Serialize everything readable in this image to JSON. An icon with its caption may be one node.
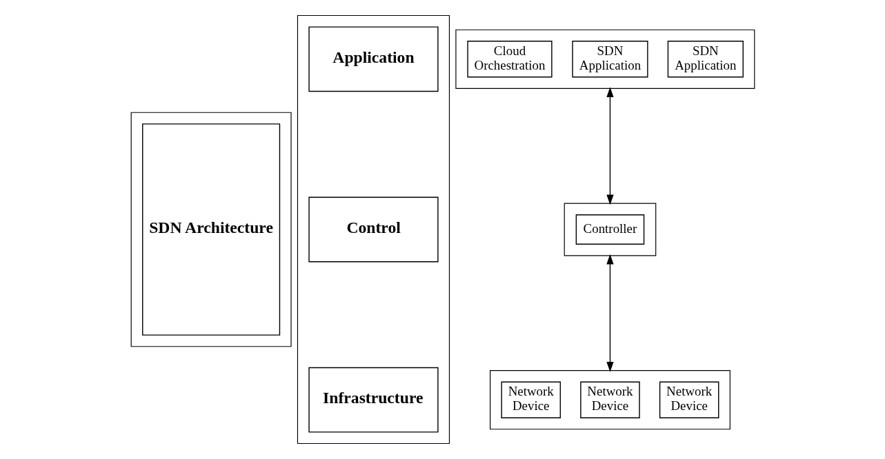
{
  "diagram": {
    "nodes": [
      {
        "text": [],
        "shape": "box"
      },
      {
        "text": [
          "SDN Architecture"
        ],
        "in": 0
      },
      {
        "text": [],
        "shape": "box"
      },
      {
        "text": [
          "Application"
        ],
        "in": 2
      },
      {
        "text": [
          "Control"
        ],
        "in": 2
      },
      {
        "text": [
          "Infrastructure"
        ],
        "in": 2
      },
      {
        "text": [],
        "shape": "box"
      },
      {
        "text": [
          "Cloud Orchestration"
        ],
        "in": 6
      },
      {
        "text": [
          "SDN Application"
        ],
        "in": 6
      },
      {
        "text": [
          "SDN Application"
        ],
        "in": 6
      },
      {
        "text": [],
        "shape": "box"
      },
      {
        "text": [
          "Controller"
        ],
        "in": 10
      },
      {
        "text": [],
        "shape": "box"
      },
      {
        "text": [
          "Network Device"
        ],
        "in": 12
      },
      {
        "text": [
          "Network Device"
        ],
        "in": 12
      },
      {
        "text": [
          "Network Device"
        ],
        "in": 12
      }
    ],
    "edges": [
      {
        "from": 6,
        "to": 10,
        "arrow": "both"
      },
      {
        "from": 10,
        "to": 12,
        "arrow": "both"
      }
    ]
  }
}
